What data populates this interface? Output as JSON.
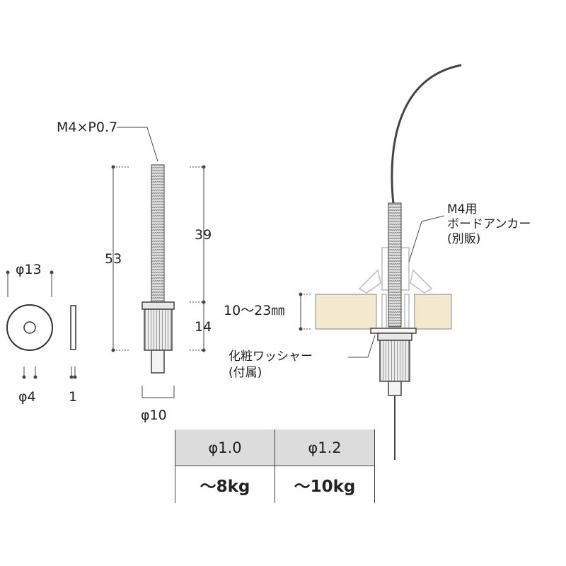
{
  "labels": {
    "thread_spec": "M4×P0.7",
    "total_length": "53",
    "thread_length": "39",
    "knob_length": "14",
    "shaft_diameter": "φ10",
    "washer_outer": "φ13",
    "washer_inner": "φ4",
    "washer_thickness": "1",
    "anchor_line1": "M4用",
    "anchor_line2": "ボードアンカー",
    "anchor_line3": "(別販)",
    "board_thickness": "10～23㎜",
    "washer_line1": "化粧ワッシャー",
    "washer_line2": "(付属)"
  },
  "table": {
    "headers": [
      "φ1.0",
      "φ1.2"
    ],
    "values": [
      "～8kg",
      "～10kg"
    ]
  },
  "colors": {
    "board": "#f2e9cf",
    "line": "#444444",
    "table_header": "#dcdcdc"
  }
}
